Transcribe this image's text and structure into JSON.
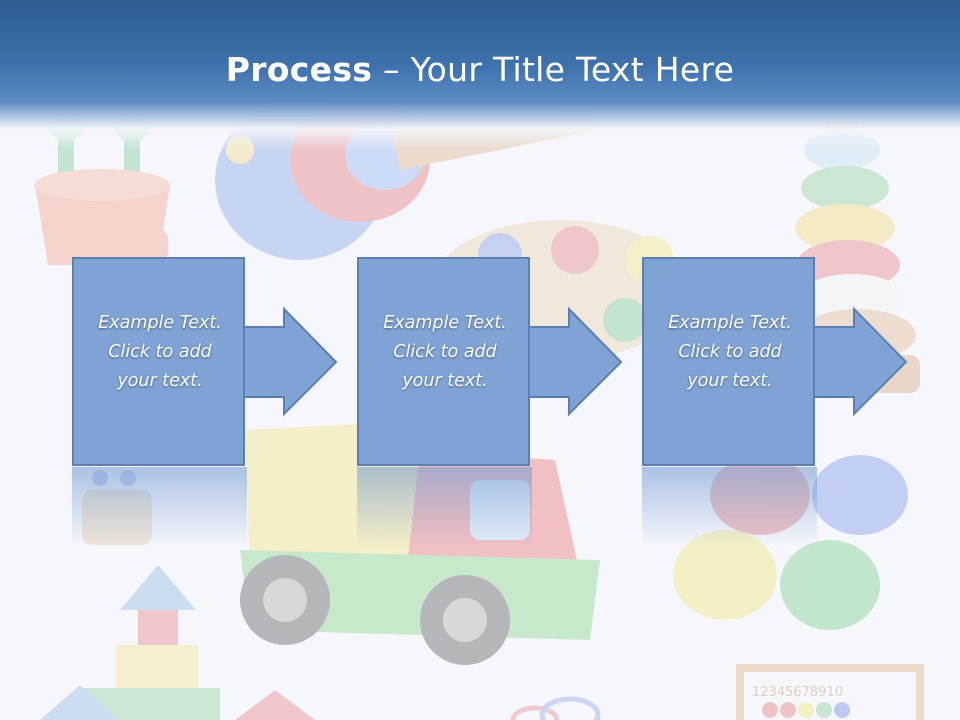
{
  "slide": {
    "title_bold": "Process",
    "title_rest": " – Your Title Text Here"
  },
  "steps": [
    {
      "text": "Example Text.\nClick  to add\nyour text."
    },
    {
      "text": "Example Text.\nClick  to add\nyour text."
    },
    {
      "text": "Example Text.\nClick  to add\nyour text."
    }
  ],
  "abacus_digits": "12345678910",
  "colors": {
    "header": "#3f72ad",
    "box_fill": "#7fa3d4",
    "box_border": "#5a7fb0",
    "arrow_fill": "#7fa3d4"
  }
}
